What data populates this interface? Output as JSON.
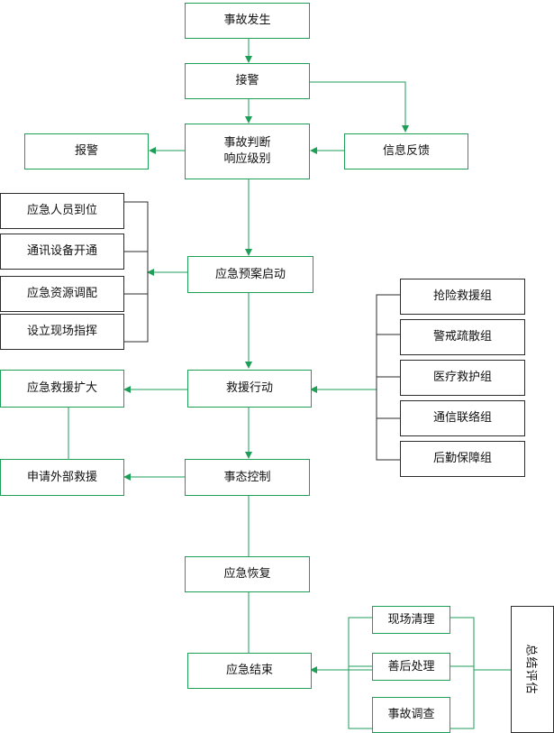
{
  "colors": {
    "line": "#1f9e58",
    "bracket": "#2b2b2b"
  },
  "nodes": {
    "start": "事故发生",
    "alarm_receive": "接警",
    "judge": "事故判断\n响应级别",
    "report": "报警",
    "feedback": "信息反馈",
    "plan_start": "应急预案启动",
    "rescue": "救援行动",
    "expand": "应急救援扩大",
    "external": "申请外部救援",
    "control": "事态控制",
    "recover": "应急恢复",
    "end": "应急结束",
    "summary": "总结评估"
  },
  "preparation": [
    "应急人员到位",
    "通讯设备开通",
    "应急资源调配",
    "设立现场指挥"
  ],
  "teams": [
    "抢险救援组",
    "警戒疏散组",
    "医疗救护组",
    "通信联络组",
    "后勤保障组"
  ],
  "aftermath": [
    "现场清理",
    "善后处理",
    "事故调查"
  ]
}
